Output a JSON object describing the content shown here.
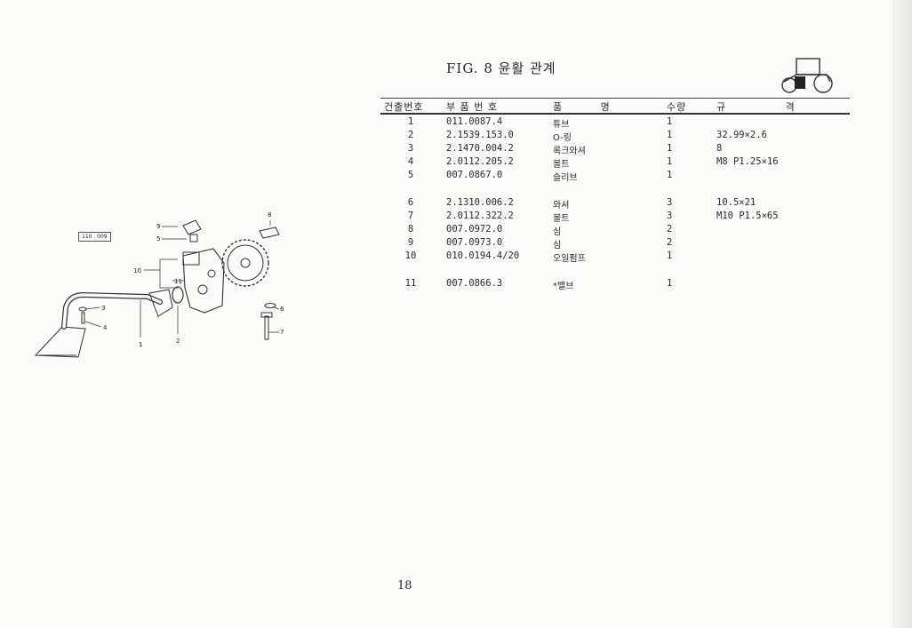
{
  "title": "FIG. 8 윤활 관계",
  "header": {
    "no": "건출번호",
    "part": "부 품 번 호",
    "name": "품 명",
    "qty": "수량",
    "spec": "규 격"
  },
  "rows": [
    {
      "no": "1",
      "part": "011.0087.4",
      "name": "튜브",
      "qty": "1",
      "spec": ""
    },
    {
      "no": "2",
      "part": "2.1539.153.0",
      "name": "O-링",
      "qty": "1",
      "spec": "32.99×2.6"
    },
    {
      "no": "3",
      "part": "2.1470.004.2",
      "name": "록크와셔",
      "qty": "1",
      "spec": "8"
    },
    {
      "no": "4",
      "part": "2.0112.205.2",
      "name": "볼트",
      "qty": "1",
      "spec": "M8 P1.25×16"
    },
    {
      "no": "5",
      "part": "007.0867.0",
      "name": "슬리브",
      "qty": "1",
      "spec": ""
    },
    {
      "no": "6",
      "part": "2.1310.006.2",
      "name": "와셔",
      "qty": "3",
      "spec": "10.5×21"
    },
    {
      "no": "7",
      "part": "2.0112.322.2",
      "name": "볼트",
      "qty": "3",
      "spec": "M10 P1.5×65"
    },
    {
      "no": "8",
      "part": "007.0972.0",
      "name": "심",
      "qty": "2",
      "spec": ""
    },
    {
      "no": "9",
      "part": "007.0973.0",
      "name": "심",
      "qty": "2",
      "spec": ""
    },
    {
      "no": "10",
      "part": "010.0194.4/20",
      "name": "오일펌프",
      "qty": "1",
      "spec": ""
    },
    {
      "no": "11",
      "part": "007.0866.3",
      "name": "*밸브",
      "qty": "1",
      "spec": ""
    }
  ],
  "figure": {
    "code": "110 . 009",
    "callouts": [
      "1",
      "2",
      "3",
      "4",
      "5",
      "6",
      "7",
      "8",
      "9",
      "10",
      "11"
    ]
  },
  "page_number": "18"
}
